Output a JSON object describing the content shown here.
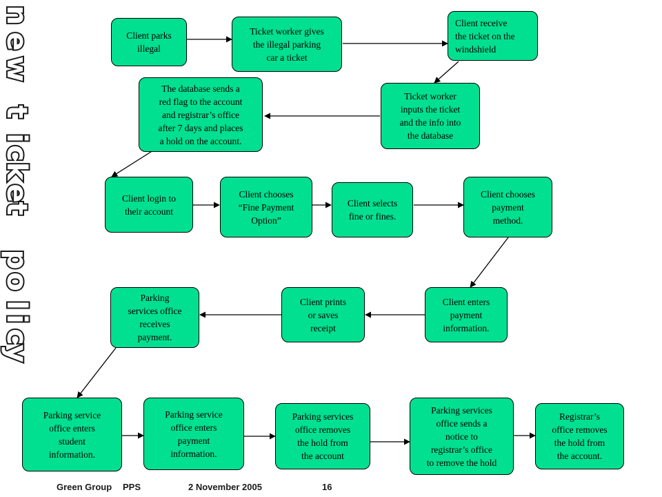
{
  "colors": {
    "box_fill": "#00e090",
    "line": "#000000",
    "title_fill": "#1a1a1a"
  },
  "side_title": {
    "text": "New Ticket Policy",
    "style": "outlined-vertical"
  },
  "steps": [
    {
      "id": "b1",
      "text": "Client parks\nillegal"
    },
    {
      "id": "b2",
      "text": "Ticket worker gives\nthe illegal parking\ncar a ticket"
    },
    {
      "id": "b3",
      "text": "Client receive\nthe ticket on the\nwindshield"
    },
    {
      "id": "b4",
      "text": "Ticket worker\ninputs the ticket\nand the info into\nthe database"
    },
    {
      "id": "b5",
      "text": "The database sends a\nred flag to the account\nand registrar’s office\nafter 7 days and places\na hold on the account."
    },
    {
      "id": "b6",
      "text": "Client login to\ntheir account"
    },
    {
      "id": "b7",
      "text": "Client chooses\n“Fine Payment\nOption”"
    },
    {
      "id": "b8",
      "text": "Client selects\nfine or fines."
    },
    {
      "id": "b9",
      "text": "Client chooses\npayment\nmethod."
    },
    {
      "id": "b10",
      "text": "Client enters\npayment\ninformation."
    },
    {
      "id": "b11",
      "text": "Client prints\nor saves\nreceipt"
    },
    {
      "id": "b12",
      "text": "Parking\nservices office\nreceives\npayment."
    },
    {
      "id": "b13",
      "text": "Parking service\noffice enters\nstudent\ninformation."
    },
    {
      "id": "b14",
      "text": "Parking service\noffice enters\npayment\ninformation."
    },
    {
      "id": "b15",
      "text": "Parking services\noffice removes\nthe hold from\nthe account"
    },
    {
      "id": "b16",
      "text": "Parking services\noffice sends a\nnotice to\nregistrar’s office\nto remove the hold"
    },
    {
      "id": "b17",
      "text": "Registrar’s\noffice removes\nthe hold from\nthe account."
    }
  ],
  "connections": [
    [
      "b1",
      "b2"
    ],
    [
      "b2",
      "b3"
    ],
    [
      "b3",
      "b4"
    ],
    [
      "b4",
      "b5"
    ],
    [
      "b5",
      "b6"
    ],
    [
      "b6",
      "b7"
    ],
    [
      "b7",
      "b8"
    ],
    [
      "b8",
      "b9"
    ],
    [
      "b9",
      "b10"
    ],
    [
      "b10",
      "b11"
    ],
    [
      "b11",
      "b12"
    ],
    [
      "b12",
      "b13"
    ],
    [
      "b13",
      "b14"
    ],
    [
      "b14",
      "b15"
    ],
    [
      "b15",
      "b16"
    ],
    [
      "b16",
      "b17"
    ]
  ],
  "footer": {
    "group": "Green Group",
    "project": "PPS",
    "date": "2 November 2005",
    "page": "16"
  }
}
